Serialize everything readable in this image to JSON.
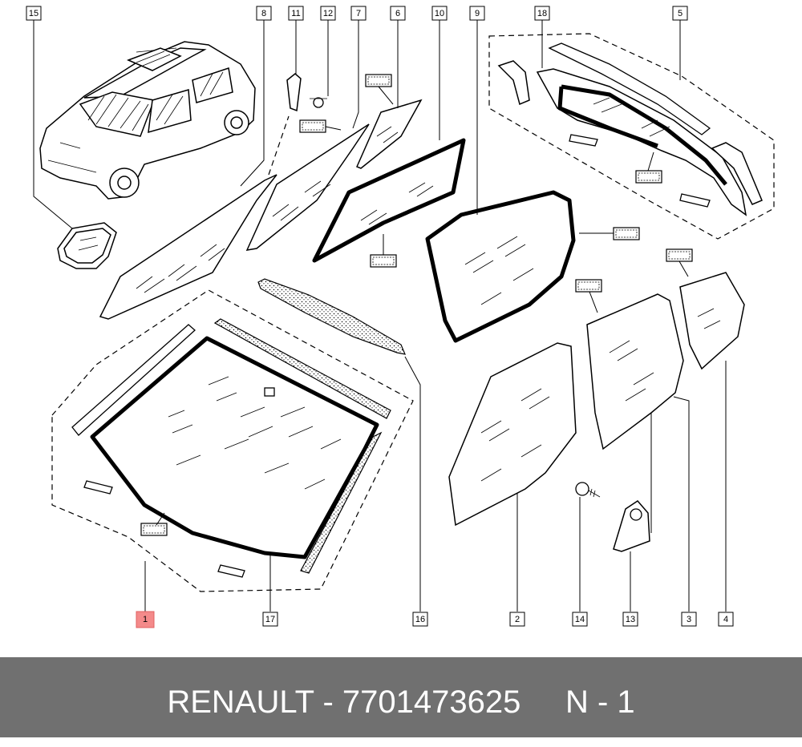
{
  "diagram": {
    "callouts": [
      {
        "id": "c15",
        "label": "15",
        "highlight": false
      },
      {
        "id": "c8",
        "label": "8",
        "highlight": false
      },
      {
        "id": "c11",
        "label": "11",
        "highlight": false
      },
      {
        "id": "c12",
        "label": "12",
        "highlight": false
      },
      {
        "id": "c7",
        "label": "7",
        "highlight": false
      },
      {
        "id": "c6",
        "label": "6",
        "highlight": false
      },
      {
        "id": "c10",
        "label": "10",
        "highlight": false
      },
      {
        "id": "c9",
        "label": "9",
        "highlight": false
      },
      {
        "id": "c18",
        "label": "18",
        "highlight": false
      },
      {
        "id": "c5",
        "label": "5",
        "highlight": false
      },
      {
        "id": "c1",
        "label": "1",
        "highlight": true
      },
      {
        "id": "c17",
        "label": "17",
        "highlight": false
      },
      {
        "id": "c16",
        "label": "16",
        "highlight": false
      },
      {
        "id": "c2",
        "label": "2",
        "highlight": false
      },
      {
        "id": "c14",
        "label": "14",
        "highlight": false
      },
      {
        "id": "c13",
        "label": "13",
        "highlight": false
      },
      {
        "id": "c3",
        "label": "3",
        "highlight": false
      },
      {
        "id": "c4",
        "label": "4",
        "highlight": false
      }
    ],
    "highlight_color": "#f48a8a"
  },
  "footer": {
    "text": "RENAULT - 7701473625     N - 1",
    "background": "#707070",
    "color": "#ffffff"
  }
}
